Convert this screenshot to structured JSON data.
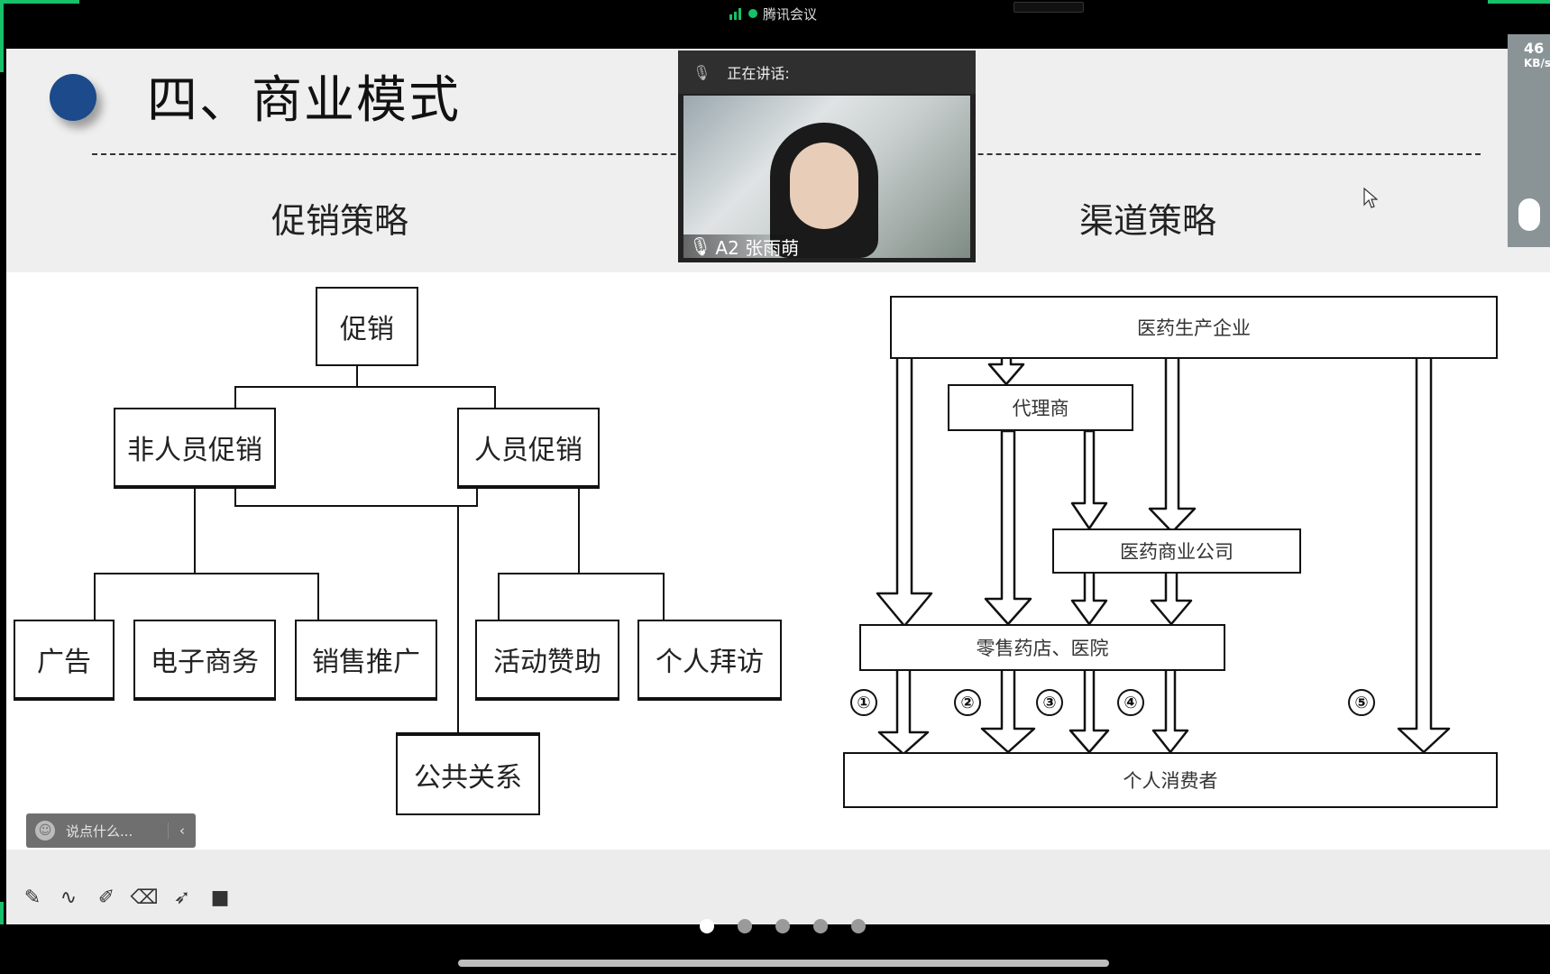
{
  "app": {
    "title": "腾讯会议",
    "net_speed": "46",
    "net_unit": "KB/s"
  },
  "slide": {
    "title": "四、商业模式",
    "left_section_title": "促销策略",
    "right_section_title": "渠道策略",
    "promo_tree": {
      "root": "促销",
      "level1": [
        "非人员促销",
        "人员促销"
      ],
      "non_personal": [
        "广告",
        "电子商务",
        "销售推广"
      ],
      "personal": [
        "活动赞助",
        "个人拜访"
      ],
      "public": "公共关系"
    },
    "channel_flow": {
      "producer": "医药生产企业",
      "agent": "代理商",
      "commercial": "医药商业公司",
      "retail": "零售药店、医院",
      "consumer": "个人消费者",
      "markers": [
        "①",
        "②",
        "③",
        "④",
        "⑤"
      ]
    }
  },
  "video": {
    "speaking_label": "正在讲话:",
    "participant_name": "A2 张雨萌"
  },
  "chat": {
    "placeholder": "说点什么..."
  },
  "toolbar": {
    "tools": [
      "pen-icon",
      "curve-icon",
      "highlighter-icon",
      "eraser-icon",
      "pointer-icon",
      "camera-icon"
    ]
  },
  "pager": {
    "total": 5,
    "active": 1
  },
  "colors": {
    "accent_blue": "#1c4a8a",
    "signal_green": "#18c06a"
  }
}
